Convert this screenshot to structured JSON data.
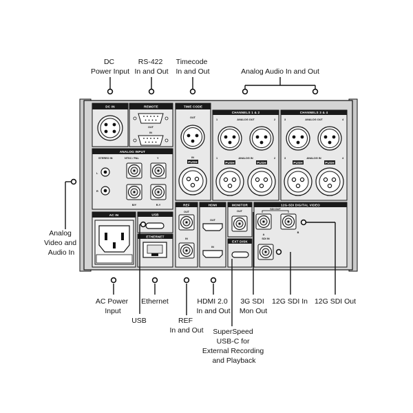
{
  "callouts": {
    "dc_power": [
      "DC",
      "Power Input"
    ],
    "rs422": [
      "RS-422",
      "In and Out"
    ],
    "timecode": [
      "Timecode",
      "In and Out"
    ],
    "analog_audio": [
      "Analog Audio In and Out"
    ],
    "analog_video_audio": [
      "Analog",
      "Video and",
      "Audio In"
    ],
    "ac_power": [
      "AC Power",
      "Input"
    ],
    "ethernet": [
      "Ethernet"
    ],
    "usb": [
      "USB"
    ],
    "ref": [
      "REF",
      "In and Out"
    ],
    "hdmi": [
      "HDMI 2.0",
      "In and Out"
    ],
    "sdi3g": [
      "3G SDI",
      "Mon Out"
    ],
    "sdi12g_in": [
      "12G SDI In"
    ],
    "sdi12g_out": [
      "12G SDI Out"
    ],
    "usbc": [
      "SuperSpeed",
      "USB-C for",
      "External Recording",
      "and Playback"
    ]
  },
  "panel": {
    "dc_in": "DC IN",
    "remote": "REMOTE",
    "remote_out": "OUT",
    "remote_in": "IN",
    "time_code": "TIME CODE",
    "tc_out": "OUT",
    "tc_in": "IN",
    "ch12": "CHANNELS 1 & 2",
    "ch34": "CHANNELS 3 & 4",
    "analog_out": "ANALOG OUT",
    "analog_in": "ANALOG IN",
    "push": "PUSH",
    "ch1": "1",
    "ch2": "2",
    "ch3": "3",
    "ch4": "4",
    "analog_input": "ANALOG INPUT",
    "stereo_in": "STEREO IN",
    "ntsc_pal": "NTSC / PAL",
    "y": "Y",
    "l": "L",
    "r": "R",
    "by": "B/Y",
    "ry": "R-Y",
    "ac_in": "AC IN",
    "usb": "USB",
    "ethernet": "ETHERNET",
    "ref": "REF",
    "ref_out": "OUT",
    "ref_in": "IN",
    "hdmi": "HDMI",
    "hdmi_out": "OUT",
    "hdmi_in": "IN",
    "monitor": "MONITOR",
    "monitor_out": "OUT",
    "ext_disk": "EXT DISK",
    "sdi_title": "12G-SDI DIGITAL VIDEO",
    "sdi_out": "SDI OUT",
    "sdi_in": "SDI IN",
    "sdi_a": "A",
    "sdi_b": "B"
  },
  "colors": {
    "chassis": "#d4d4d4",
    "bay": "#e9e9e9",
    "ink": "#111111",
    "label_bar": "#1a1a1a"
  }
}
